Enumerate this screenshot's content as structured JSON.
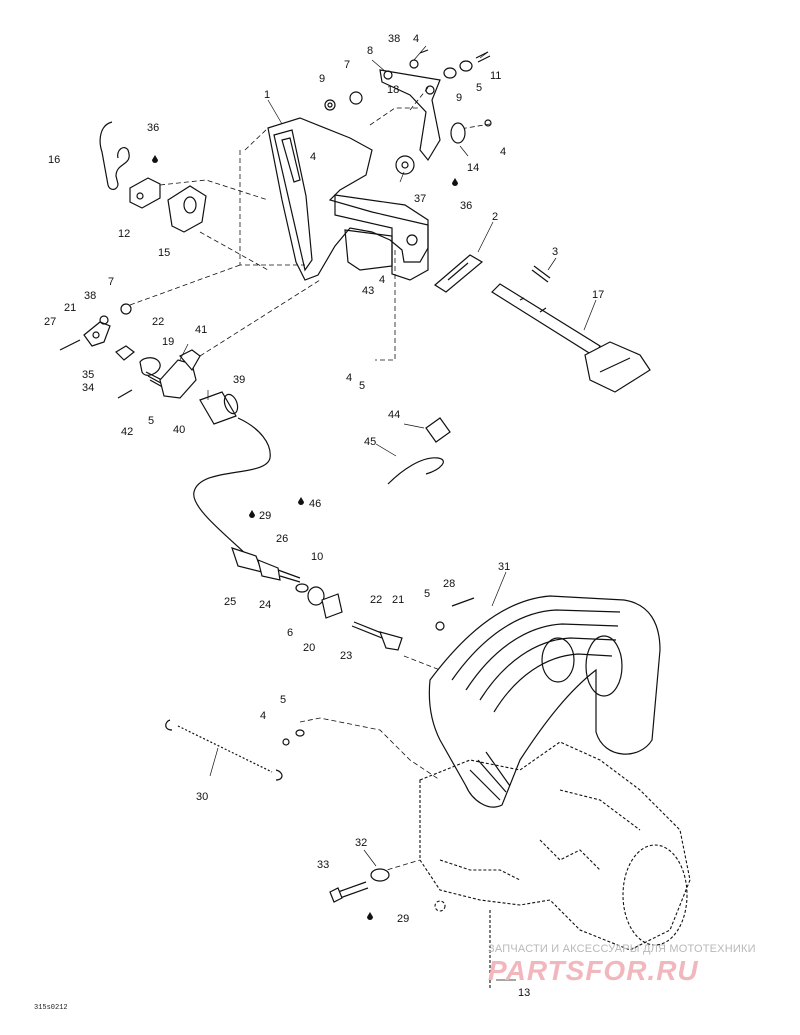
{
  "diagram": {
    "callouts": [
      "1",
      "2",
      "3",
      "4",
      "5",
      "6",
      "7",
      "8",
      "9",
      "10",
      "11",
      "12",
      "13",
      "14",
      "15",
      "16",
      "17",
      "18",
      "19",
      "20",
      "21",
      "22",
      "23",
      "24",
      "25",
      "26",
      "27",
      "28",
      "29",
      "30",
      "31",
      "32",
      "33",
      "34",
      "35",
      "36",
      "37",
      "38",
      "39",
      "40",
      "41",
      "42",
      "43",
      "44",
      "45",
      "46"
    ],
    "reference_code": "315s0212",
    "watermark": {
      "line1": "ЗАПЧАСТИ И АКСЕССУАРЫ ДЛЯ МОТОТЕХНИКИ",
      "logo": "PARTSFOR.RU"
    }
  }
}
